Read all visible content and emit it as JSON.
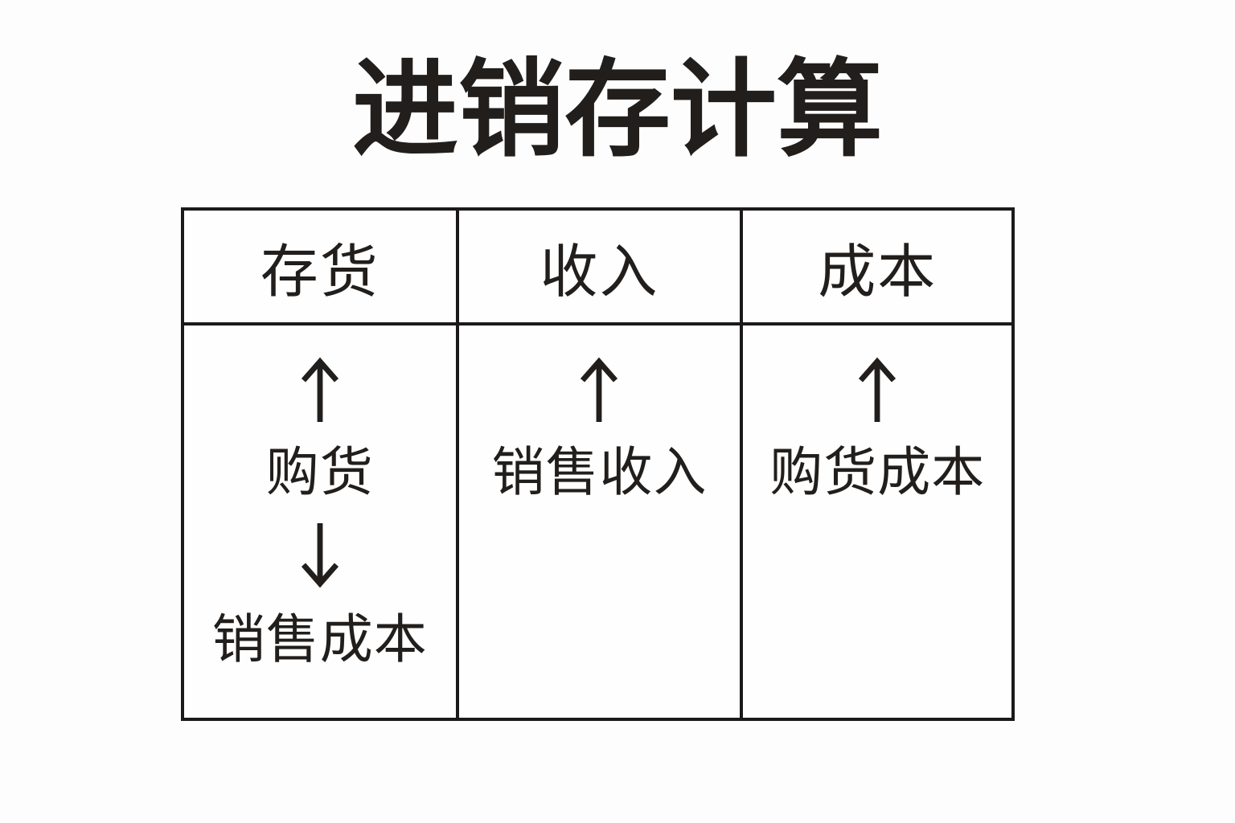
{
  "page": {
    "title": "进销存计算",
    "background_color": "#fdfdfd",
    "ink_color": "#211e1c",
    "border_color": "#1c1a19"
  },
  "table": {
    "columns": [
      {
        "header": "存货",
        "flow": [
          {
            "icon": "arrow-up-icon"
          },
          {
            "label": "购货"
          },
          {
            "icon": "arrow-down-icon"
          },
          {
            "label": "销售成本"
          }
        ]
      },
      {
        "header": "收入",
        "flow": [
          {
            "icon": "arrow-up-icon"
          },
          {
            "label": "销售收入"
          }
        ]
      },
      {
        "header": "成本",
        "flow": [
          {
            "icon": "arrow-up-icon"
          },
          {
            "label": "购货成本"
          }
        ]
      }
    ]
  }
}
